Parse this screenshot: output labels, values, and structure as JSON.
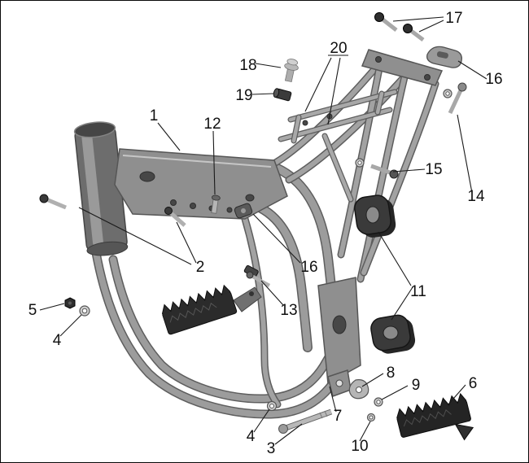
{
  "diagram": {
    "type": "exploded-parts-diagram",
    "subject": "motorcycle frame assembly",
    "callouts": [
      {
        "part": "17"
      },
      {
        "part": "20"
      },
      {
        "part": "18"
      },
      {
        "part": "16"
      },
      {
        "part": "19"
      },
      {
        "part": "1"
      },
      {
        "part": "12"
      },
      {
        "part": "15"
      },
      {
        "part": "14"
      },
      {
        "part": "2"
      },
      {
        "part": "16"
      },
      {
        "part": "11"
      },
      {
        "part": "5"
      },
      {
        "part": "13"
      },
      {
        "part": "4"
      },
      {
        "part": "8"
      },
      {
        "part": "9"
      },
      {
        "part": "6"
      },
      {
        "part": "7"
      },
      {
        "part": "4"
      },
      {
        "part": "3"
      },
      {
        "part": "10"
      }
    ],
    "palette": {
      "frame": "#9c9c9c",
      "frame_outline": "#5e5e5e",
      "dark_parts": "#2b2b2b",
      "hardware": "#b5b5b5",
      "background": "#ffffff",
      "line": "#1a1a1a"
    }
  }
}
